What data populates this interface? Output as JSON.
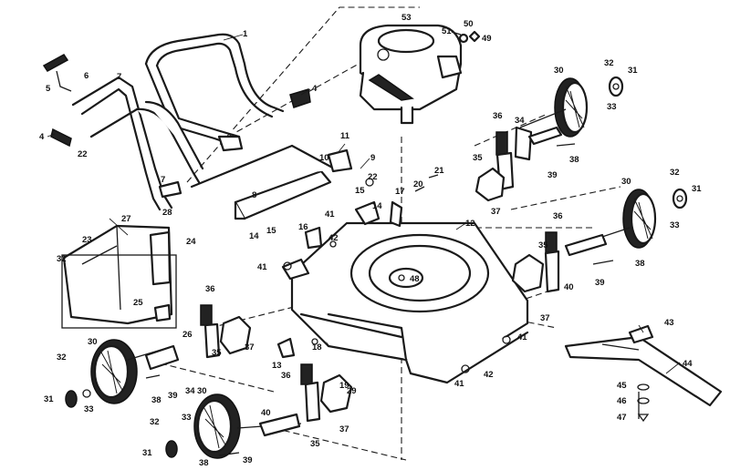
{
  "callouts": [
    {
      "id": "c1",
      "text": "1"
    },
    {
      "id": "c4a",
      "text": "4"
    },
    {
      "id": "c4b",
      "text": "4"
    },
    {
      "id": "c5",
      "text": "5"
    },
    {
      "id": "c6",
      "text": "6"
    },
    {
      "id": "c7a",
      "text": "7"
    },
    {
      "id": "c7b",
      "text": "7"
    },
    {
      "id": "c8",
      "text": "8"
    },
    {
      "id": "c9",
      "text": "9"
    },
    {
      "id": "c10",
      "text": "10"
    },
    {
      "id": "c11",
      "text": "11"
    },
    {
      "id": "c12",
      "text": "12"
    },
    {
      "id": "c13",
      "text": "13"
    },
    {
      "id": "c14a",
      "text": "14"
    },
    {
      "id": "c14b",
      "text": "14"
    },
    {
      "id": "c15a",
      "text": "15"
    },
    {
      "id": "c15b",
      "text": "15"
    },
    {
      "id": "c16",
      "text": "16"
    },
    {
      "id": "c17",
      "text": "17"
    },
    {
      "id": "c18",
      "text": "18"
    },
    {
      "id": "c19",
      "text": "19"
    },
    {
      "id": "c20",
      "text": "20"
    },
    {
      "id": "c21",
      "text": "21"
    },
    {
      "id": "c22a",
      "text": "22"
    },
    {
      "id": "c22b",
      "text": "22"
    },
    {
      "id": "c23",
      "text": "23"
    },
    {
      "id": "c24",
      "text": "24"
    },
    {
      "id": "c25",
      "text": "25"
    },
    {
      "id": "c26",
      "text": "26"
    },
    {
      "id": "c27",
      "text": "27"
    },
    {
      "id": "c28",
      "text": "28"
    },
    {
      "id": "c29",
      "text": "29"
    },
    {
      "id": "c30a",
      "text": "30"
    },
    {
      "id": "c30b",
      "text": "30"
    },
    {
      "id": "c30c",
      "text": "30"
    },
    {
      "id": "c30d",
      "text": "30"
    },
    {
      "id": "c31a",
      "text": "31"
    },
    {
      "id": "c31b",
      "text": "31"
    },
    {
      "id": "c31c",
      "text": "31"
    },
    {
      "id": "c31d",
      "text": "31"
    },
    {
      "id": "c32a",
      "text": "32"
    },
    {
      "id": "c32b",
      "text": "32"
    },
    {
      "id": "c32c",
      "text": "32"
    },
    {
      "id": "c32d",
      "text": "32"
    },
    {
      "id": "c32e",
      "text": "32"
    },
    {
      "id": "c33a",
      "text": "33"
    },
    {
      "id": "c33b",
      "text": "33"
    },
    {
      "id": "c33c",
      "text": "33"
    },
    {
      "id": "c33d",
      "text": "33"
    },
    {
      "id": "c34a",
      "text": "34"
    },
    {
      "id": "c34b",
      "text": "34"
    },
    {
      "id": "c35a",
      "text": "35"
    },
    {
      "id": "c35b",
      "text": "35"
    },
    {
      "id": "c35c",
      "text": "35"
    },
    {
      "id": "c35d",
      "text": "35"
    },
    {
      "id": "c36a",
      "text": "36"
    },
    {
      "id": "c36b",
      "text": "36"
    },
    {
      "id": "c36c",
      "text": "36"
    },
    {
      "id": "c36d",
      "text": "36"
    },
    {
      "id": "c37a",
      "text": "37"
    },
    {
      "id": "c37b",
      "text": "37"
    },
    {
      "id": "c37c",
      "text": "37"
    },
    {
      "id": "c37d",
      "text": "37"
    },
    {
      "id": "c38a",
      "text": "38"
    },
    {
      "id": "c38b",
      "text": "38"
    },
    {
      "id": "c38c",
      "text": "38"
    },
    {
      "id": "c38d",
      "text": "38"
    },
    {
      "id": "c39a",
      "text": "39"
    },
    {
      "id": "c39b",
      "text": "39"
    },
    {
      "id": "c39c",
      "text": "39"
    },
    {
      "id": "c39d",
      "text": "39"
    },
    {
      "id": "c40a",
      "text": "40"
    },
    {
      "id": "c40b",
      "text": "40"
    },
    {
      "id": "c41a",
      "text": "41"
    },
    {
      "id": "c41b",
      "text": "41"
    },
    {
      "id": "c41c",
      "text": "41"
    },
    {
      "id": "c41d",
      "text": "41"
    },
    {
      "id": "c42a",
      "text": "42"
    },
    {
      "id": "c42b",
      "text": "42"
    },
    {
      "id": "c43",
      "text": "43"
    },
    {
      "id": "c44",
      "text": "44"
    },
    {
      "id": "c45",
      "text": "45"
    },
    {
      "id": "c46",
      "text": "46"
    },
    {
      "id": "c47",
      "text": "47"
    },
    {
      "id": "c48",
      "text": "48"
    },
    {
      "id": "c49",
      "text": "49"
    },
    {
      "id": "c50",
      "text": "50"
    },
    {
      "id": "c51",
      "text": "51"
    },
    {
      "id": "c53",
      "text": "53"
    }
  ]
}
